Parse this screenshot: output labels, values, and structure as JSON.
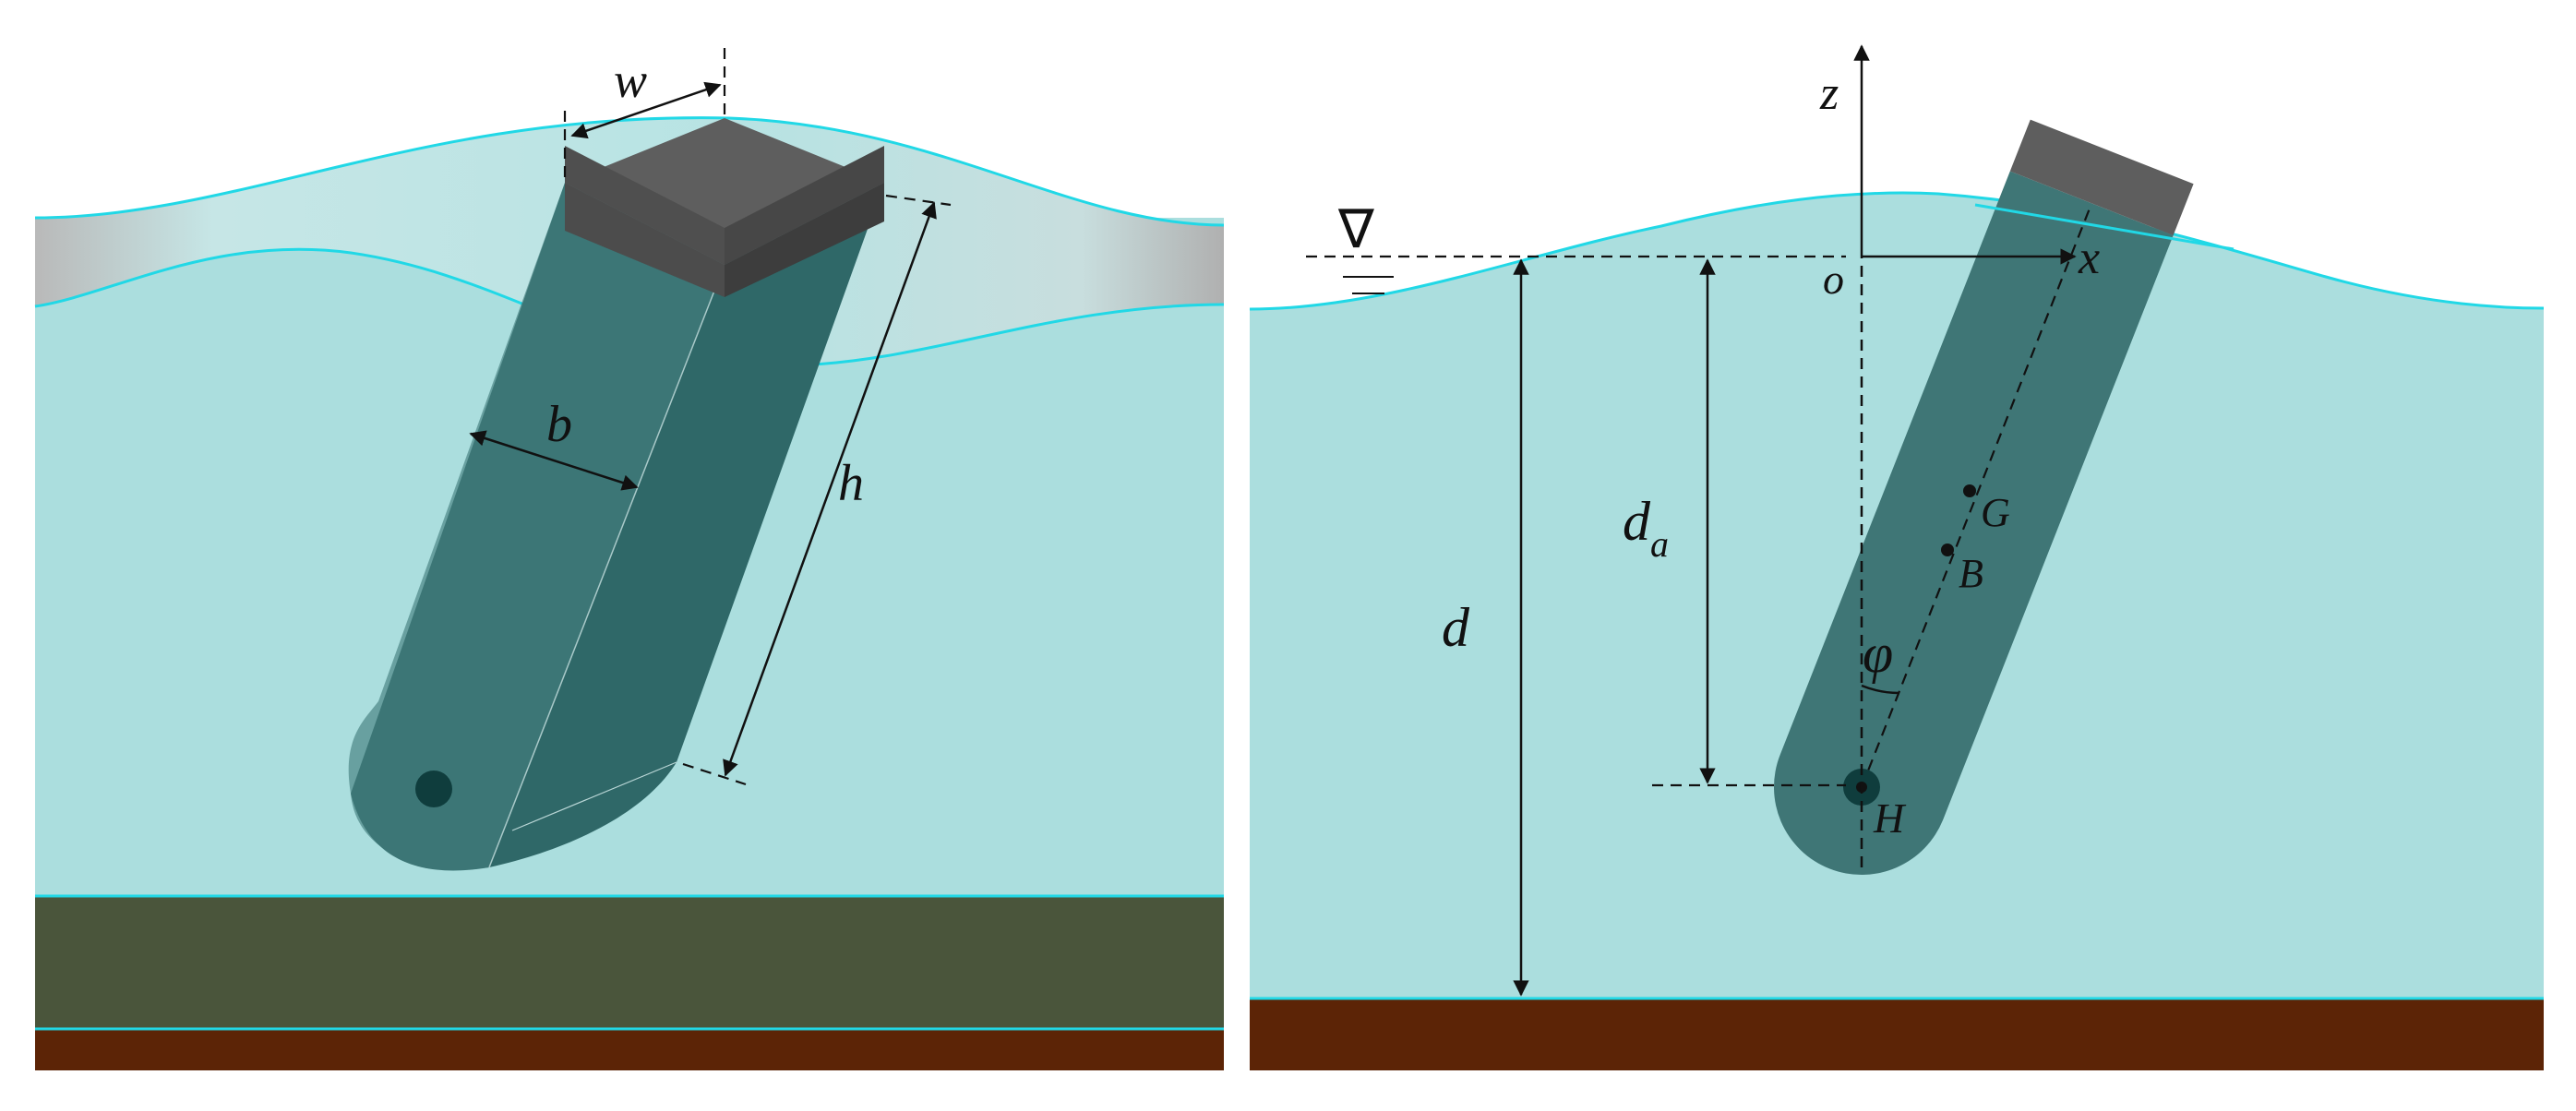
{
  "left_panel": {
    "labels": {
      "w": "w",
      "b": "b",
      "h": "h"
    },
    "colors": {
      "water": "#abdede",
      "surface": "#bfe6e6",
      "body": "#3c7676",
      "top": "#5e5e5e",
      "sediment": "#4a553b",
      "seabed": "#5c2406",
      "waterline": "#21d8e6"
    }
  },
  "right_panel": {
    "axes": {
      "z": "z",
      "x": "x",
      "origin": "o"
    },
    "labels": {
      "d": "d",
      "da_main": "d",
      "da_sub": "a",
      "phi": "φ",
      "G": "G",
      "B": "B",
      "H": "H"
    },
    "water_level_symbol": "∇",
    "colors": {
      "water": "#abdede",
      "body": "#3f7676",
      "top": "#5e5e5e",
      "seabed": "#5c2406",
      "waterline": "#21d8e6"
    }
  }
}
